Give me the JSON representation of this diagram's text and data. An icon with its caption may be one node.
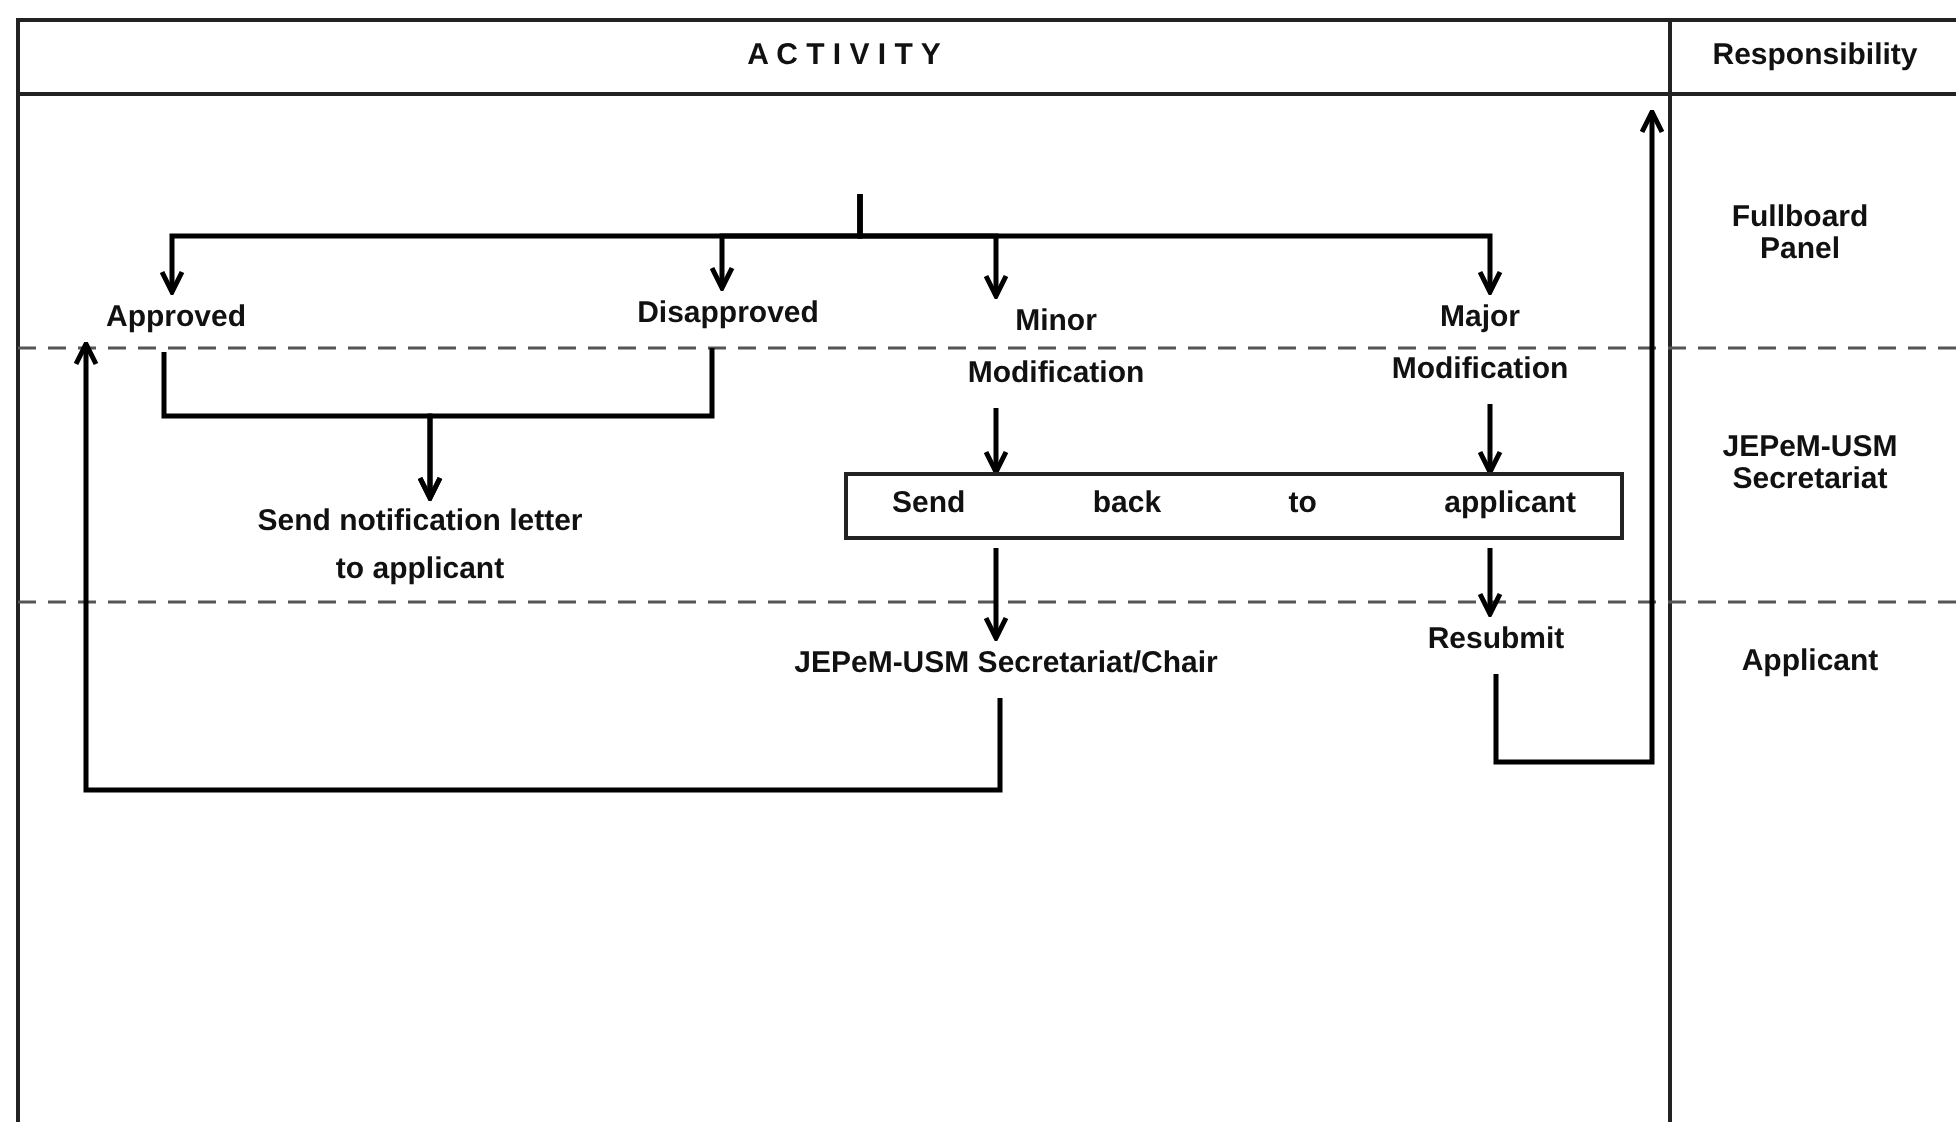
{
  "diagram": {
    "nodes": [
      {
        "text": [
          "Approved"
        ]
      },
      {
        "text": [
          "Disapproved"
        ]
      },
      {
        "text": [
          "Minor Modification"
        ]
      },
      {
        "text": [
          "Major Modification"
        ]
      },
      {
        "text": [
          "Send notification letter to applicant"
        ]
      },
      {
        "text": [
          "Send back to applicant"
        ]
      },
      {
        "text": [
          "JEPeM-USM Secretariat/Chair"
        ]
      },
      {
        "text": [
          "Resubmit"
        ]
      }
    ],
    "edges": [
      {
        "from": null,
        "to": 0,
        "arrow": "to"
      },
      {
        "from": null,
        "to": 1,
        "arrow": "to"
      },
      {
        "from": null,
        "to": 2,
        "arrow": "to"
      },
      {
        "from": null,
        "to": 3,
        "arrow": "to"
      },
      {
        "from": 0,
        "to": 4,
        "arrow": "to"
      },
      {
        "from": 1,
        "to": 4,
        "arrow": "to"
      },
      {
        "from": 2,
        "to": 5,
        "arrow": "to"
      },
      {
        "from": 3,
        "to": 5,
        "arrow": "to"
      },
      {
        "from": 5,
        "to": 6,
        "arrow": "to"
      },
      {
        "from": 5,
        "to": 7,
        "arrow": "to"
      },
      {
        "from": 6,
        "to": 0,
        "arrow": "to"
      },
      {
        "from": 7,
        "to": null,
        "arrow": "to"
      }
    ],
    "labels": [
      "A C T I V I T Y",
      "Responsibility",
      "Fullboard Panel",
      "JEPeM-USM Secretariat",
      "Applicant"
    ]
  }
}
